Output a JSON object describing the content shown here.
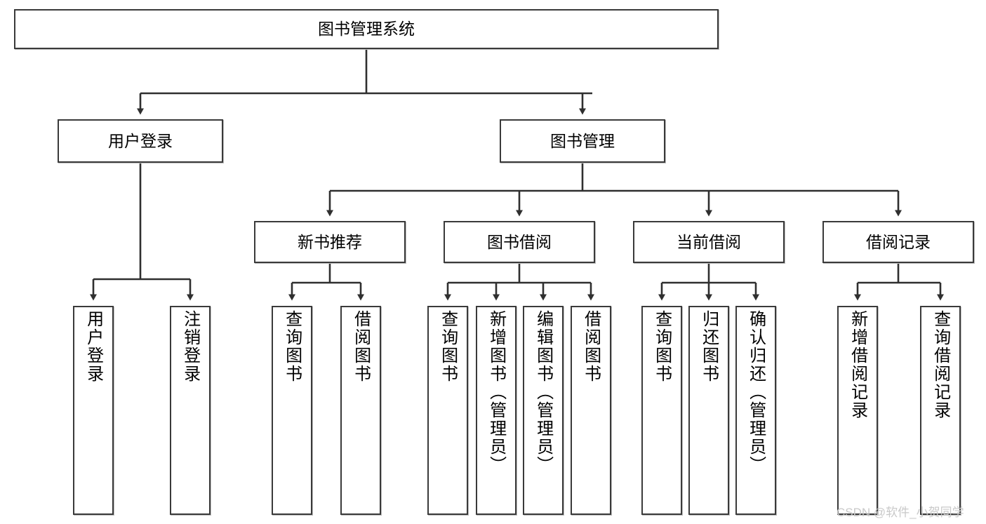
{
  "diagram": {
    "type": "tree-hierarchy-chart",
    "title": "图书管理系统",
    "line_color": "#3a3a3a",
    "box_fill": "#ffffff",
    "text_color": "#000000",
    "watermark": "CSDN @软件_小贺同学",
    "nodes": {
      "root": {
        "label": "图书管理系统"
      },
      "level2": [
        {
          "label": "用户登录"
        },
        {
          "label": "图书管理"
        }
      ],
      "level3": [
        {
          "label": "新书推荐"
        },
        {
          "label": "图书借阅"
        },
        {
          "label": "当前借阅"
        },
        {
          "label": "借阅记录"
        }
      ],
      "leaves_user_login": [
        {
          "label": "用户登录"
        },
        {
          "label": "注销登录"
        }
      ],
      "leaves_new_book": [
        {
          "label": "查询图书"
        },
        {
          "label": "借阅图书"
        }
      ],
      "leaves_book_borrow": [
        {
          "label": "查询图书"
        },
        {
          "label": "新增图书（管理员）"
        },
        {
          "label": "编辑图书（管理员）"
        },
        {
          "label": "借阅图书"
        }
      ],
      "leaves_current_borrow": [
        {
          "label": "查询图书"
        },
        {
          "label": "归还图书"
        },
        {
          "label": "确认归还（管理员）"
        }
      ],
      "leaves_borrow_record": [
        {
          "label": "新增借阅记录"
        },
        {
          "label": "查询借阅记录"
        }
      ]
    }
  }
}
